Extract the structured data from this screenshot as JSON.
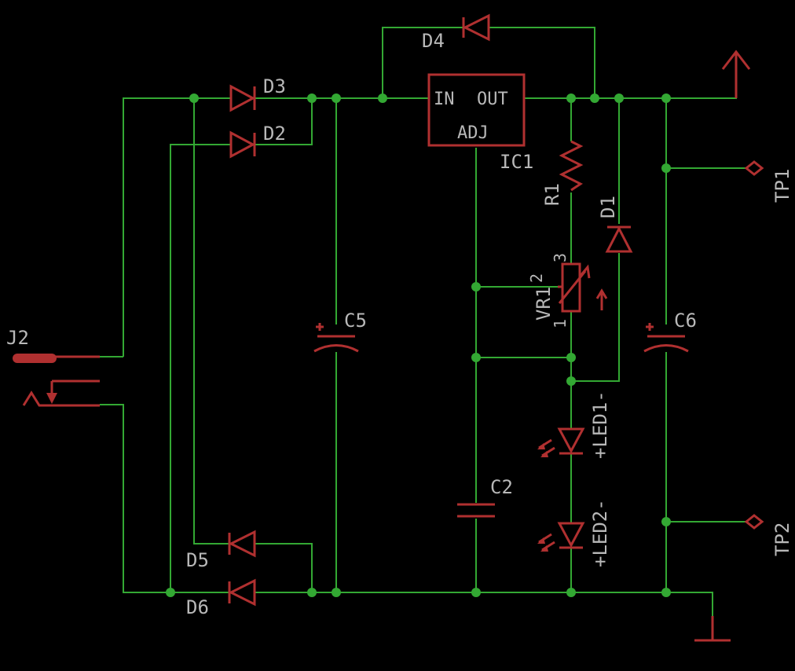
{
  "labels": {
    "d4": "D4",
    "d3": "D3",
    "d2": "D2",
    "d5": "D5",
    "d6": "D6",
    "d1": "D1",
    "ic1": "IC1",
    "ic_in": "IN",
    "ic_out": "OUT",
    "ic_adj": "ADJ",
    "r1": "R1",
    "vr1": "VR1",
    "vr_pin3": "3",
    "vr_pin2": "2",
    "vr_pin1": "1",
    "c5": "C5",
    "c6": "C6",
    "c2": "C2",
    "j2": "J2",
    "tp1": "TP1",
    "tp2": "TP2",
    "led1": "+LED1-",
    "led2": "+LED2-",
    "plus": "+"
  },
  "colors": {
    "wire": "#33a833",
    "component": "#b03030",
    "text": "#b8b8b8",
    "background": "#000000"
  }
}
